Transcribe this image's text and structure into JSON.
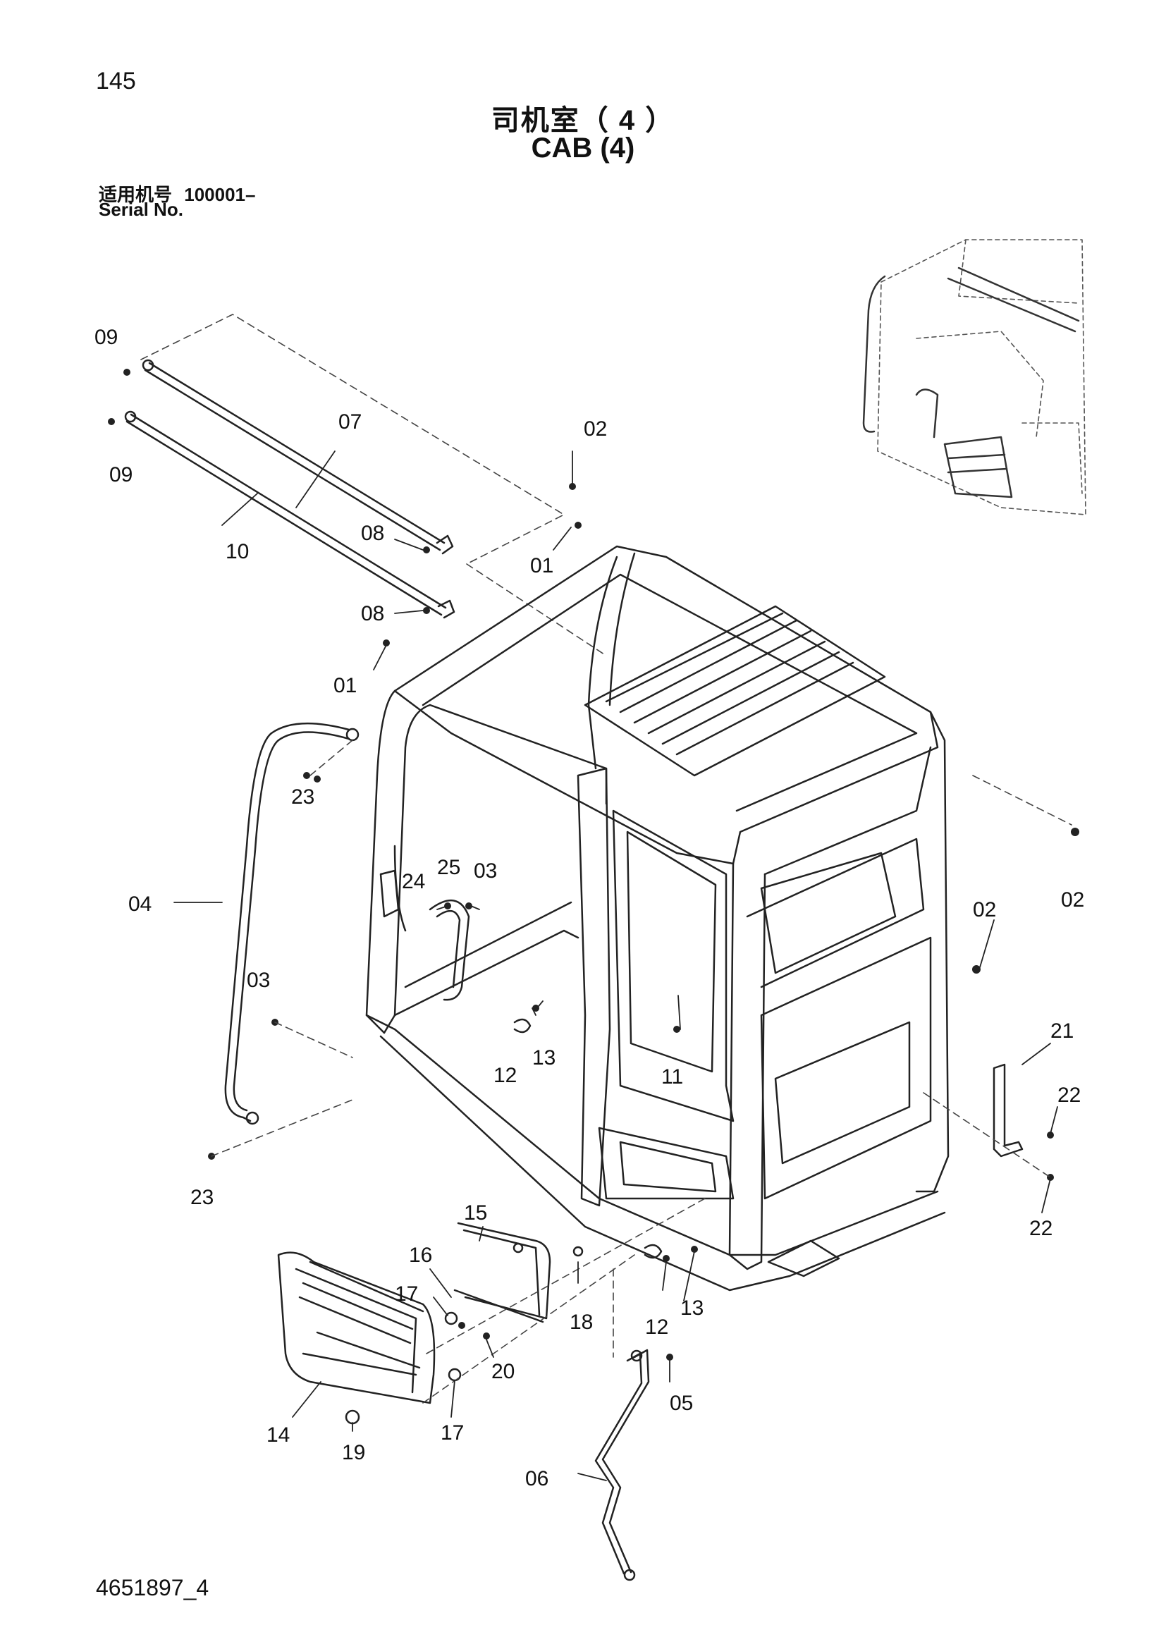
{
  "header": {
    "page_number": "145",
    "title_cn": "司机室（ 4 ）",
    "title_en": "CAB (4)",
    "serial_label_cn": "适用机号",
    "serial_value": "100001–",
    "serial_label_en": "Serial No."
  },
  "footer": {
    "document_id": "4651897_4"
  },
  "callouts": {
    "c09a": "09",
    "c09b": "09",
    "c07": "07",
    "c10": "10",
    "c08a": "08",
    "c08b": "08",
    "c02a": "02",
    "c01a": "01",
    "c01b": "01",
    "c23a": "23",
    "c23b": "23",
    "c04": "04",
    "c24": "24",
    "c25": "25",
    "c03a": "03",
    "c03b": "03",
    "c12a": "12",
    "c13a": "13",
    "c11": "11",
    "c02b": "02",
    "c02c": "02",
    "c21": "21",
    "c22a": "22",
    "c22b": "22",
    "c15": "15",
    "c16": "16",
    "c17a": "17",
    "c17b": "17",
    "c18": "18",
    "c12b": "12",
    "c13b": "13",
    "c20": "20",
    "c14": "14",
    "c19": "19",
    "c05": "05",
    "c06": "06"
  }
}
